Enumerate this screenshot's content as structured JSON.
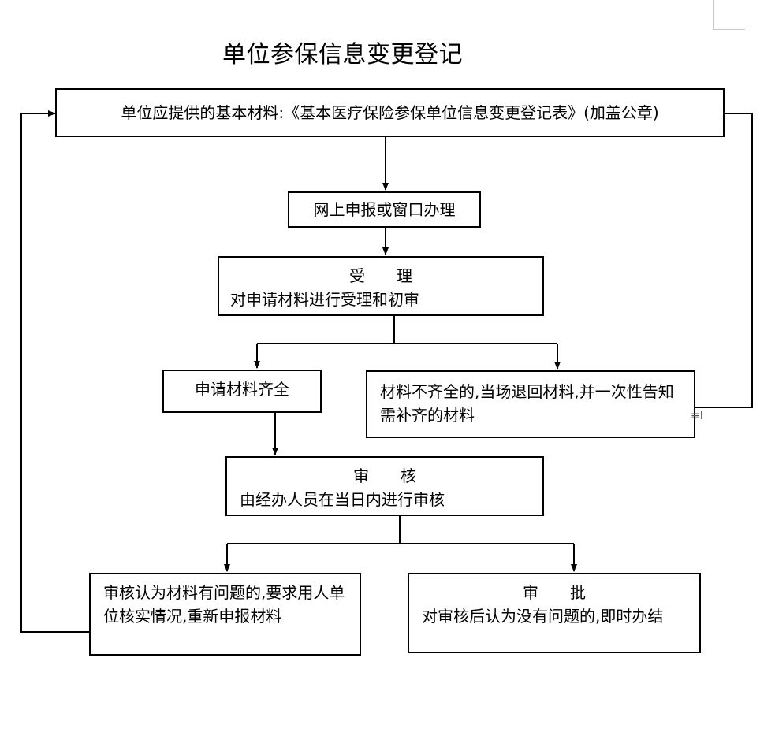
{
  "title": "单位参保信息变更登记",
  "nodes": {
    "materials": "单位应提供的基本材料:《基本医疗保险参保单位信息变更登记表》(加盖公章)",
    "apply": "网上申报或窗口办理",
    "accept": {
      "heading": "受　　理",
      "body": "对申请材料进行受理和初审"
    },
    "complete": "申请材料齐全",
    "incomplete": "材料不齐全的,当场退回材料,并一次性告知需补齐的材料",
    "review": {
      "heading": "审　　核",
      "body": "由经办人员在当日内进行审核"
    },
    "problem": "审核认为材料有问题的,要求用人单位核实情况,重新申报材料",
    "approve": {
      "heading": "审　　批",
      "body": "对审核后认为没有问题的,即时办结"
    }
  }
}
